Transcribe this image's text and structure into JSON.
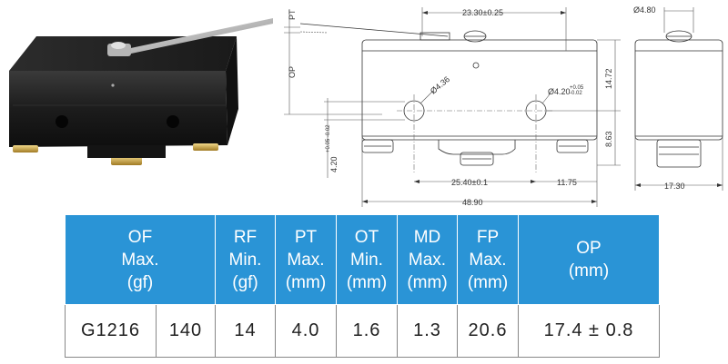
{
  "dimensions": {
    "d_top_pin": "Ø4.80",
    "d_spacing_top": "23.30±0.25",
    "pt_label": "PT",
    "op_label": "OP",
    "d_hole_left": "Ø4.36",
    "d_hole_right_main": "Ø4.20",
    "d_hole_right_tol_up": "+0.05",
    "d_hole_right_tol_dn": "-0.02",
    "d_height": "14.72",
    "d_left_vertical_main": "4.20",
    "d_left_vertical_tol": "+0.05 -0.02",
    "d_height_lower": "8.63",
    "d_bottom_span": "25.40±0.1",
    "d_bottom_right": "11.75",
    "d_overall_width": "48.90",
    "d_side_width": "17.30"
  },
  "table": {
    "headers": [
      {
        "line1": "OF",
        "line2": "Max.",
        "line3": "(gf)"
      },
      {
        "line1": "RF",
        "line2": "Min.",
        "line3": "(gf)"
      },
      {
        "line1": "PT",
        "line2": "Max.",
        "line3": "(mm)"
      },
      {
        "line1": "OT",
        "line2": "Min.",
        "line3": "(mm)"
      },
      {
        "line1": "MD",
        "line2": "Max.",
        "line3": "(mm)"
      },
      {
        "line1": "FP",
        "line2": "Max.",
        "line3": "(mm)"
      },
      {
        "line1": "OP",
        "line2": "(mm)"
      }
    ],
    "row": {
      "model": "G1216",
      "of": "140",
      "rf": "14",
      "pt": "4.0",
      "ot": "1.6",
      "md": "1.3",
      "fp": "20.6",
      "op": "17.4 ± 0.8"
    }
  },
  "colors": {
    "header_bg": "#2a94d6",
    "body_black": "#1a1a1a",
    "brass": "#c9a64a"
  }
}
